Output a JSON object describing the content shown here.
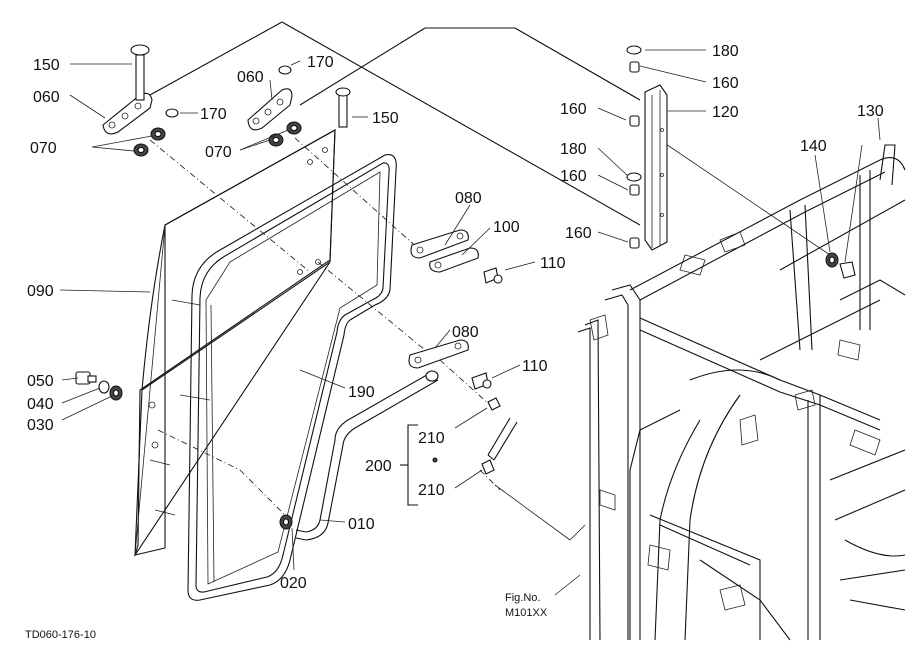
{
  "labels": {
    "p150a": "150",
    "p060a": "060",
    "p170a": "170",
    "p070a": "070",
    "p060b": "060",
    "p170b": "170",
    "p150b": "150",
    "p070b": "070",
    "p180a": "180",
    "p160a": "160",
    "p120": "120",
    "p130": "130",
    "p160b": "160",
    "p180b": "180",
    "p160c": "160",
    "p140": "140",
    "p080a": "080",
    "p100": "100",
    "p160d": "160",
    "p110a": "110",
    "p090": "090",
    "p080b": "080",
    "p110b": "110",
    "p050": "050",
    "p040": "040",
    "p030": "030",
    "p190": "190",
    "p210a": "210",
    "p200": "200",
    "p210b": "210",
    "p010": "010",
    "p020": "020"
  },
  "fig_caption": "Fig.No.",
  "fig_number": "M101XX",
  "drawing_code": "TD060-176-10"
}
